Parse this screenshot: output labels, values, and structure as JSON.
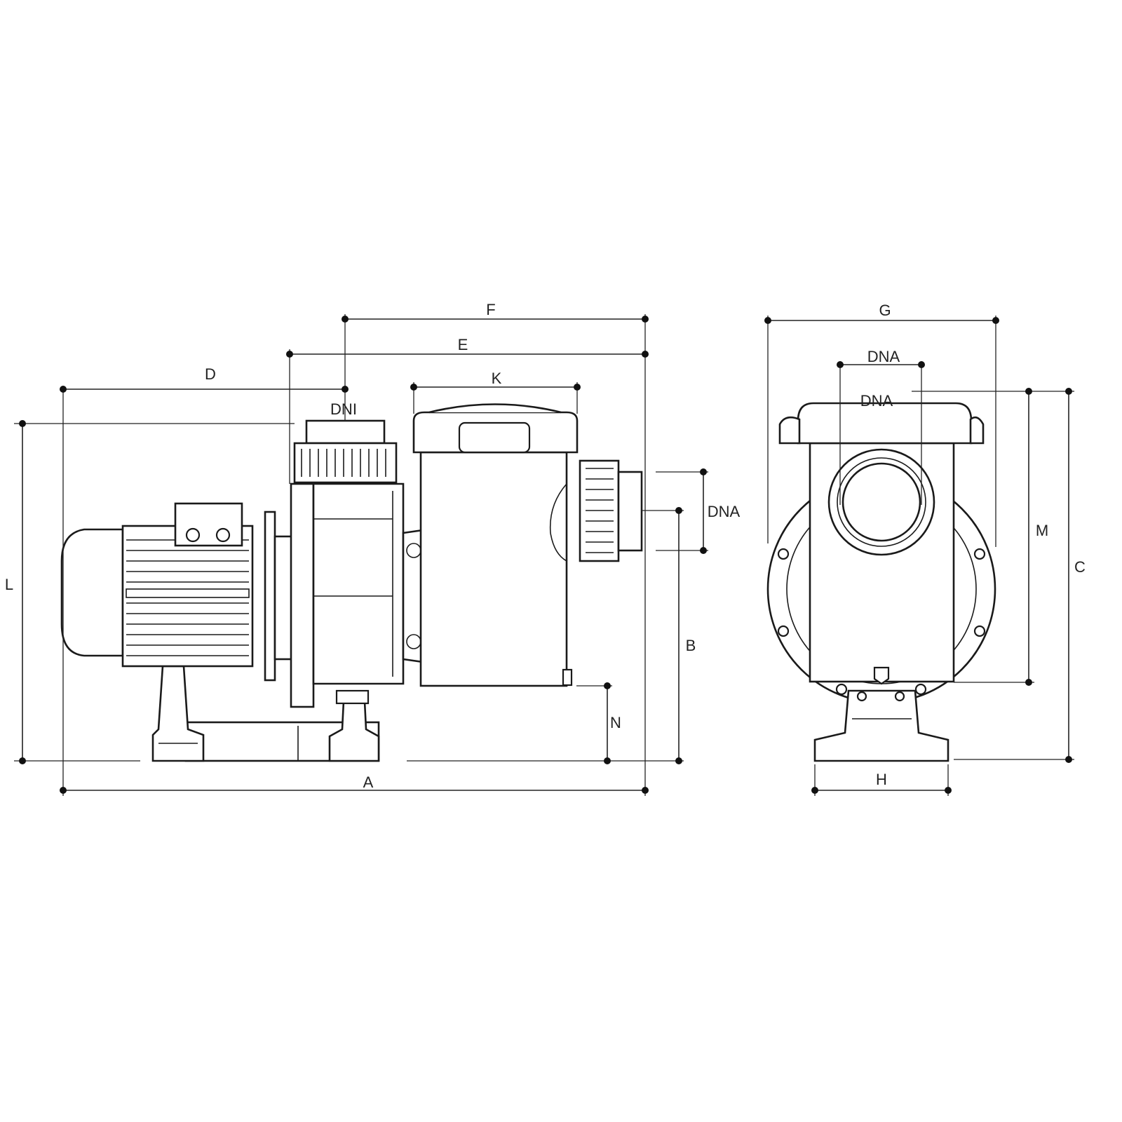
{
  "title": "Pump dimensional drawing",
  "side_view": {
    "labels": {
      "F": "F",
      "E": "E",
      "D": "D",
      "K": "K",
      "DNI": "DNI",
      "DNA": "DNA",
      "L": "L",
      "B": "B",
      "N": "N",
      "A": "A"
    }
  },
  "front_view": {
    "labels": {
      "G": "G",
      "DNA_top": "DNA",
      "DNA_lid": "DNA",
      "M": "M",
      "C": "C",
      "H": "H"
    }
  },
  "colors": {
    "line": "#1a1a1a",
    "background": "#ffffff"
  }
}
